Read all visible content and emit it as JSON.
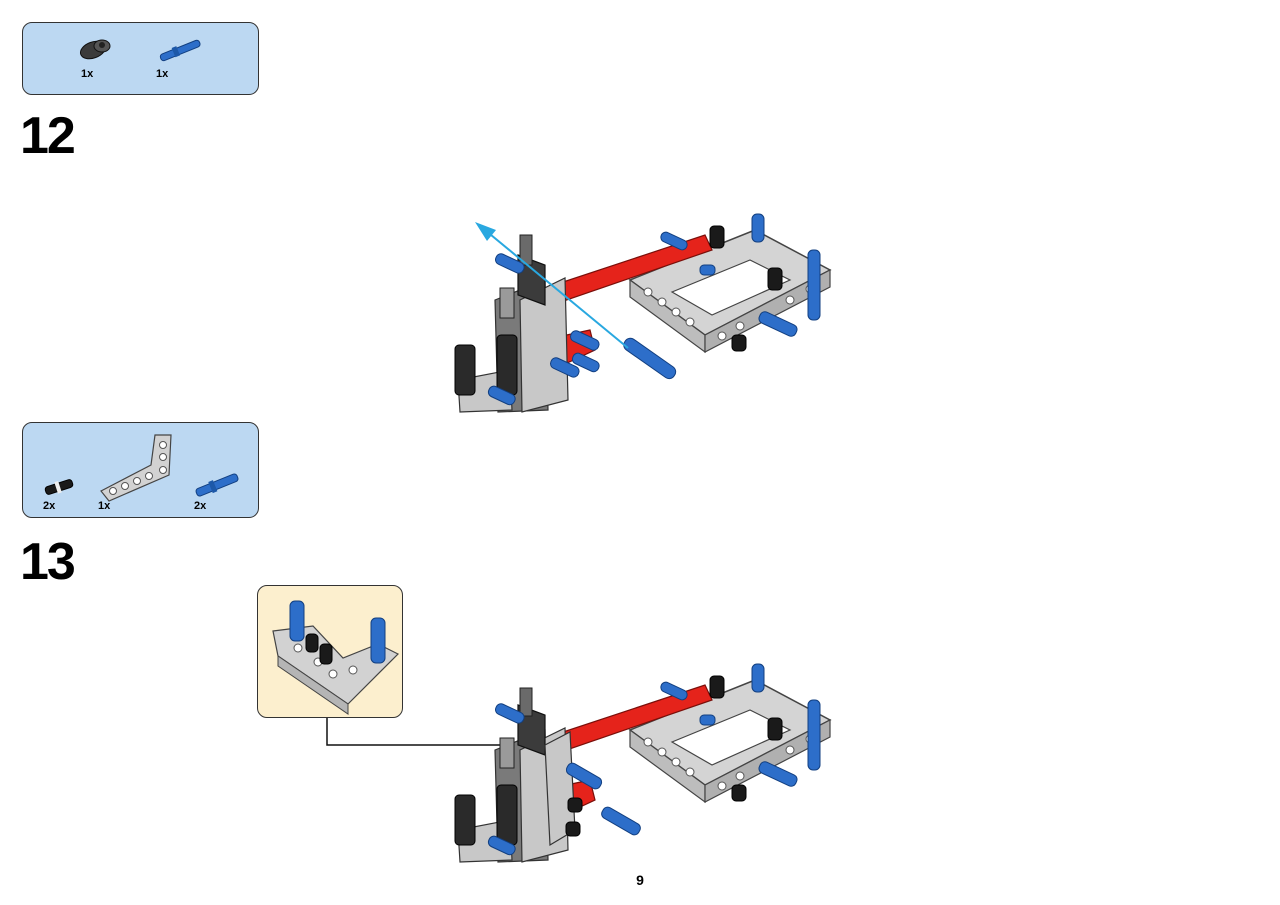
{
  "page_number": "9",
  "steps": [
    {
      "number": "12",
      "parts": [
        {
          "name": "dark-bluish-gray-axle-connector",
          "qty": "1x"
        },
        {
          "name": "blue-long-pin",
          "qty": "1x"
        }
      ]
    },
    {
      "number": "13",
      "parts": [
        {
          "name": "black-friction-pin",
          "qty": "2x"
        },
        {
          "name": "light-gray-l-beam",
          "qty": "1x"
        },
        {
          "name": "blue-long-pin",
          "qty": "2x"
        }
      ]
    }
  ],
  "colors": {
    "parts_box_bg": "#bcd8f2",
    "subassembly_bg": "#fcefce",
    "beam_red": "#e5231b",
    "pin_blue": "#2d6ec9",
    "frame_gray": "#c8c8c8",
    "dark_gray": "#555555",
    "arrow_cyan": "#29a8e0"
  }
}
